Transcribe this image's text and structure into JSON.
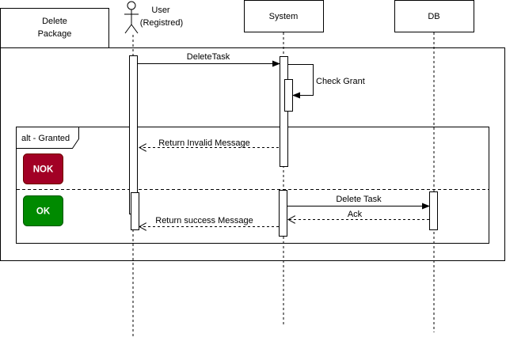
{
  "frame": {
    "title_line1": "Delete",
    "title_line2": "Package"
  },
  "participants": {
    "user": {
      "line1": "User",
      "line2": "(Registred)"
    },
    "system": {
      "label": "System"
    },
    "db": {
      "label": "DB"
    }
  },
  "messages": {
    "delete_task_call": "DeleteTask",
    "check_grant": "Check Grant",
    "return_invalid": "Return  Invalid Message",
    "delete_task_db": "Delete Task",
    "ack": "Ack",
    "return_success": "Return  success Message"
  },
  "alt_fragment": {
    "label": "alt - Granted"
  },
  "badges": {
    "nok": {
      "label": "NOK",
      "color": "#a20025"
    },
    "ok": {
      "label": "OK",
      "color": "#008a00"
    }
  },
  "colors": {
    "line": "#000000",
    "background": "#ffffff"
  }
}
